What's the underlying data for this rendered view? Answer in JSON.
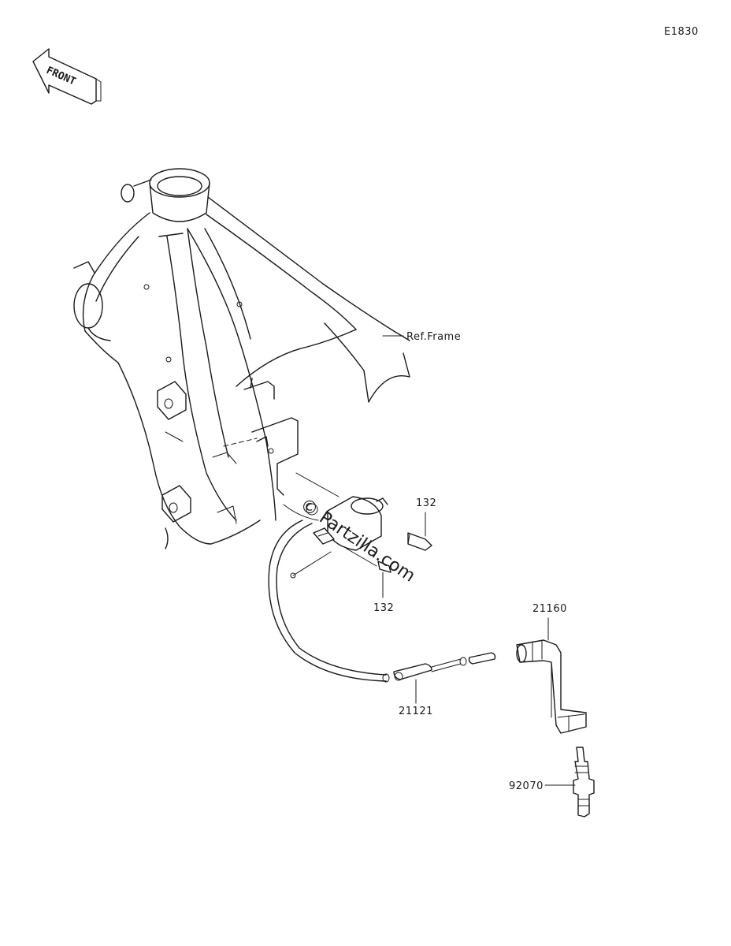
{
  "diagram_code": "E1830",
  "front_label": "FRONT",
  "ref_label": "Ref.Frame",
  "watermark": "Partzilla.com",
  "callouts": {
    "bolt_upper": "132",
    "bolt_lower": "132",
    "cap": "21160",
    "coil": "21121",
    "plug": "92070"
  }
}
